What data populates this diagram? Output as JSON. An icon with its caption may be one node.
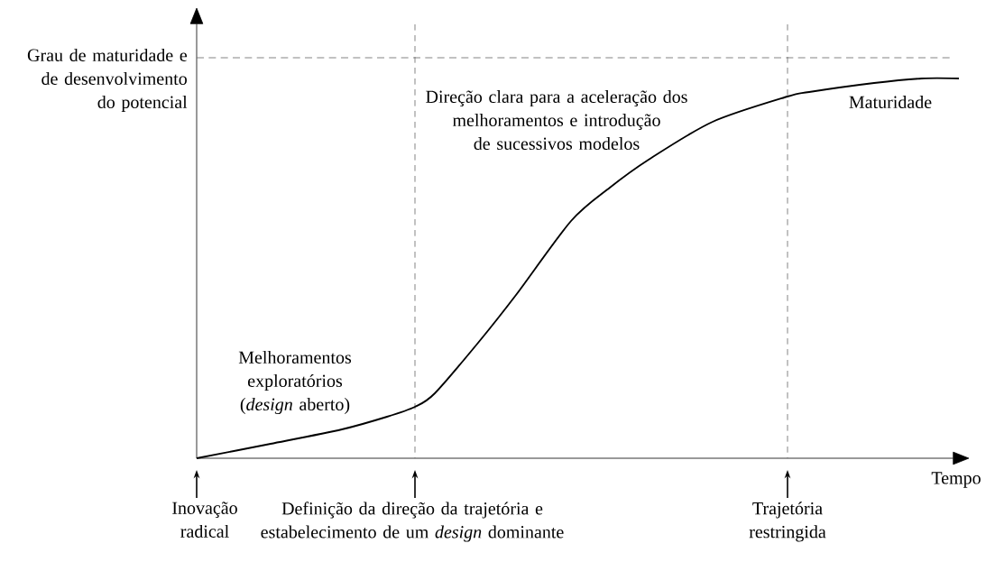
{
  "diagram": {
    "nodes": [
      {
        "text": [
          "Inovação radical"
        ]
      },
      {
        "text": [
          "Definição da direção da trajetória e estabelecimento de um *design* dominante"
        ]
      },
      {
        "text": [
          "Trajetória restringida"
        ]
      }
    ],
    "edges": [
      {
        "from": 0,
        "to": null,
        "arrow": "to"
      },
      {
        "from": 1,
        "to": null,
        "arrow": "to"
      },
      {
        "from": 2,
        "to": null,
        "arrow": "to"
      }
    ],
    "labels": [
      "Grau de maturidade e de desenvolvimento do potencial",
      "Direção clara para a aceleração dos melhoramentos e introdução de sucessivos modelos",
      "Maturidade",
      "Melhoramentos exploratórios (*design* aberto)",
      "Tempo"
    ]
  }
}
